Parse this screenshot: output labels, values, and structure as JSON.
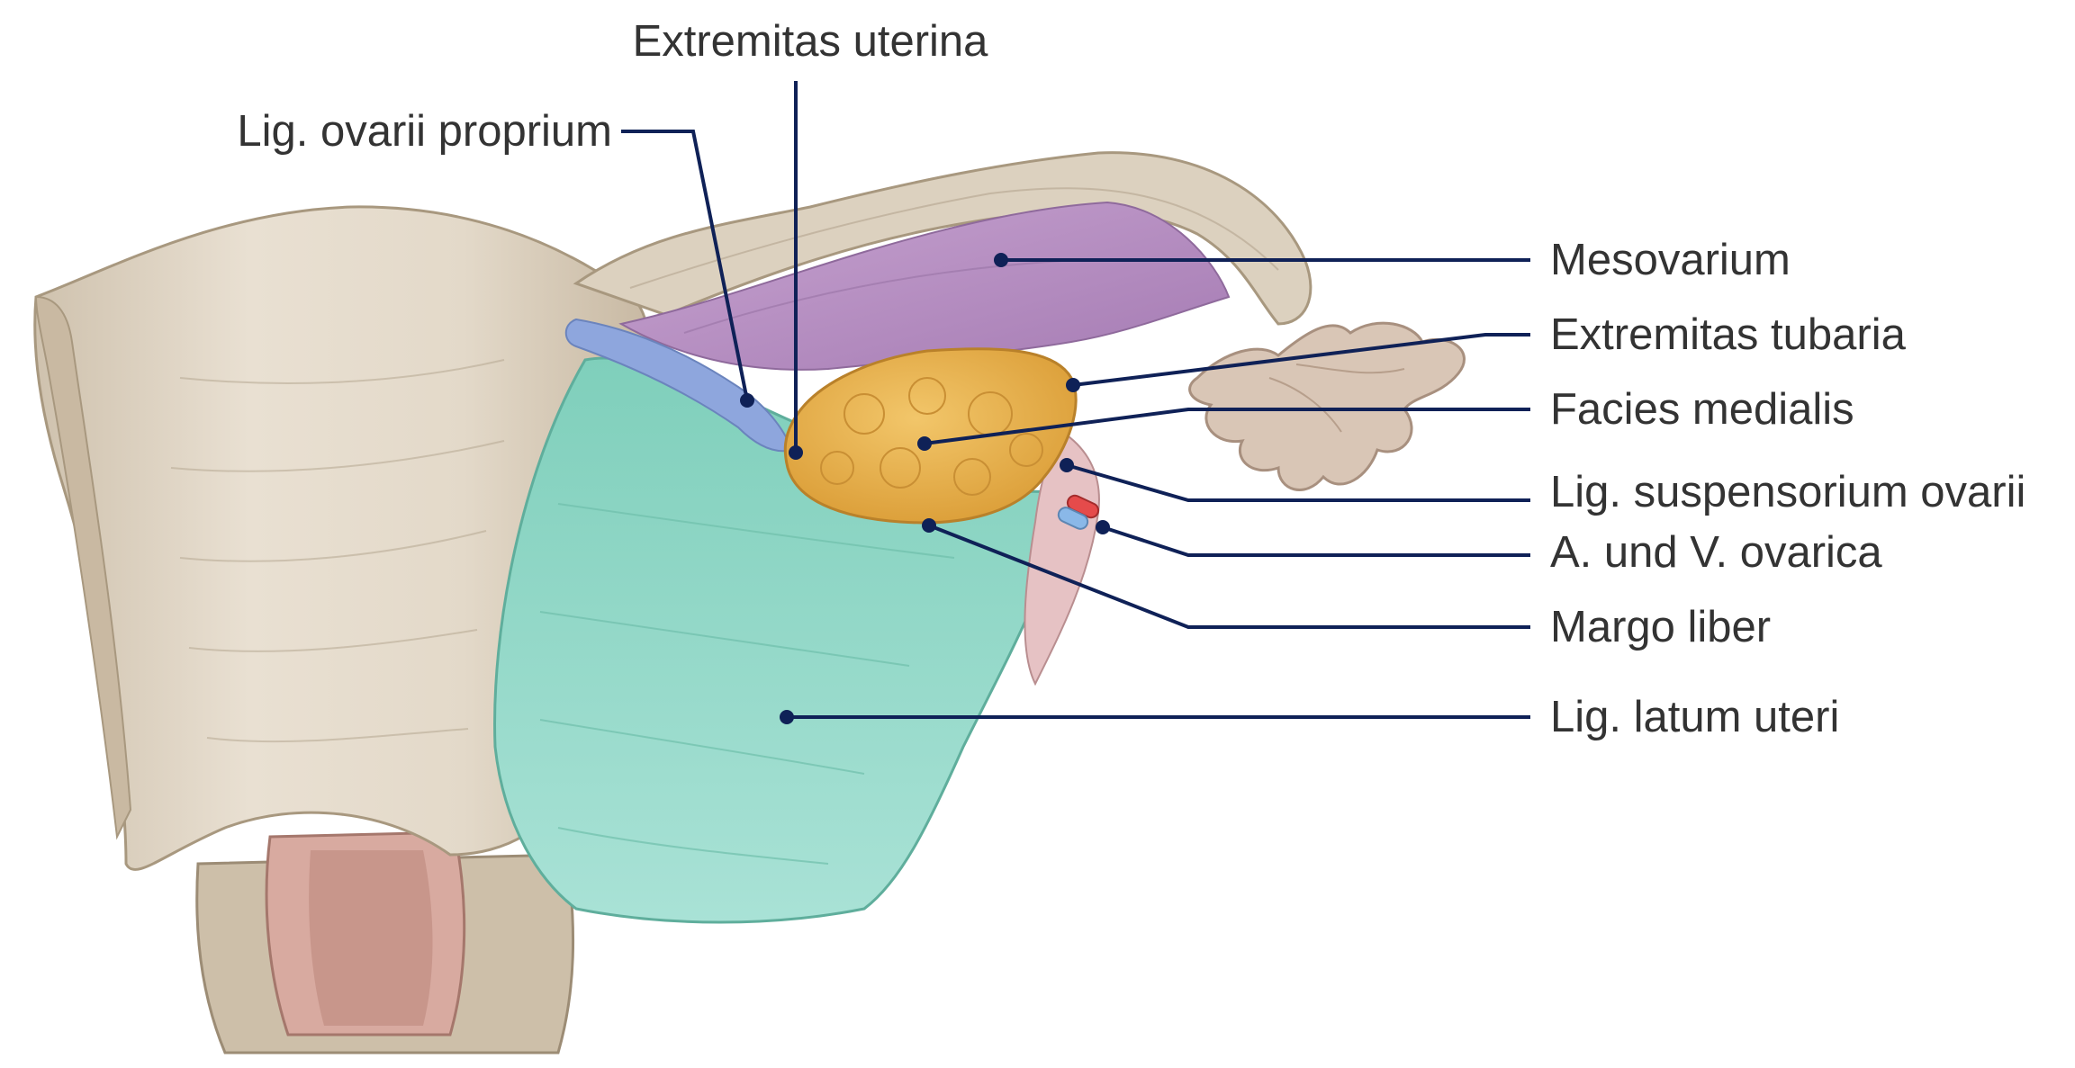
{
  "labels": {
    "extremitas_uterina": "Extremitas uterina",
    "lig_ovarii_proprium": "Lig. ovarii proprium",
    "mesovarium": "Mesovarium",
    "extremitas_tubaria": "Extremitas tubaria",
    "facies_medialis": "Facies medialis",
    "lig_suspensorium_ovarii": "Lig. suspensorium ovarii",
    "a_und_v_ovarica": "A. und V. ovarica",
    "margo_liber": "Margo liber",
    "lig_latum_uteri": "Lig. latum uteri"
  },
  "colors": {
    "leader_line": "#0f2157",
    "label_text": "#333333",
    "uterus": "#ddd3c3",
    "uterus_shadow": "#b9ab96",
    "uterine_tube": "#d7cdbc",
    "mesovarium": "#b994c4",
    "ovary": "#e8b554",
    "broad_ligament": "#9fdac9",
    "ovarian_ligament": "#8ea6dd",
    "suspensory_ligament": "#e6c2c4",
    "cervix_inner": "#d8aaa0",
    "artery": "#e54b4b",
    "vein": "#8ab8e8"
  }
}
